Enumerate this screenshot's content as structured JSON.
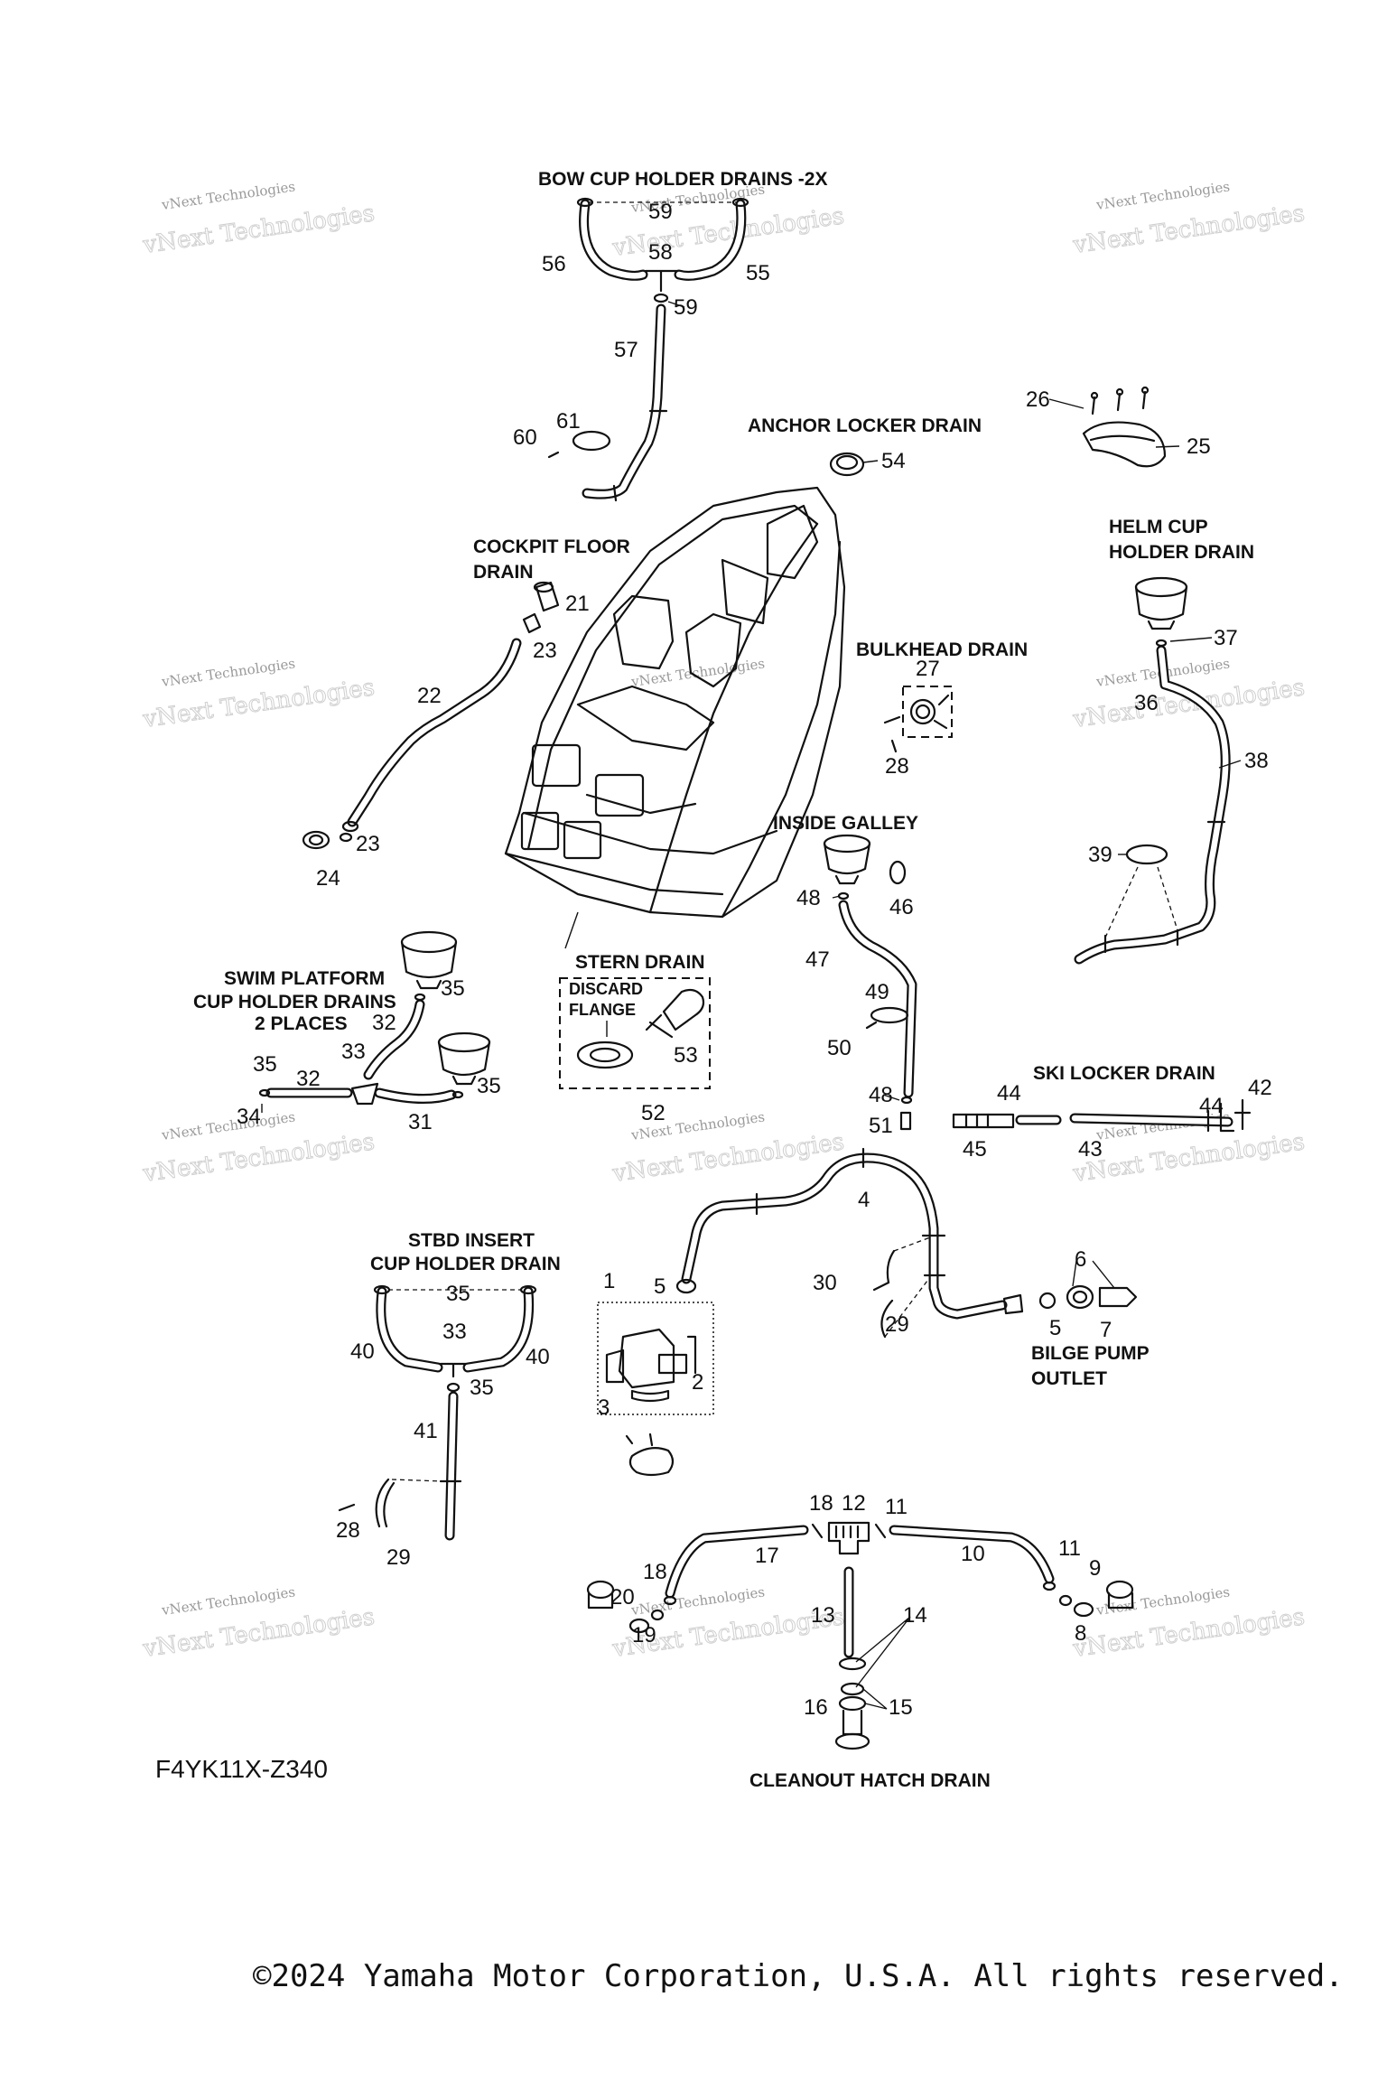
{
  "diagram_code": "F4YK11X-Z340",
  "copyright": "©2024 Yamaha Motor Corporation, U.S.A. All rights reserved.",
  "watermark": {
    "line1": "vNext Technologies",
    "line2": "vNext Technologies"
  },
  "sections": {
    "bow": "BOW CUP HOLDER DRAINS -2X",
    "anchor": "ANCHOR LOCKER DRAIN",
    "cockpit_1": "COCKPIT FLOOR",
    "cockpit_2": "DRAIN",
    "helm_1": "HELM CUP",
    "helm_2": "HOLDER DRAIN",
    "bulkhead": "BULKHEAD DRAIN",
    "galley": "INSIDE GALLEY",
    "swim_1": "SWIM PLATFORM",
    "swim_2": "CUP HOLDER DRAINS",
    "swim_3": "2 PLACES",
    "stern": "STERN DRAIN",
    "discard_1": "DISCARD",
    "discard_2": "FLANGE",
    "ski": "SKI LOCKER DRAIN",
    "stbd_1": "STBD INSERT",
    "stbd_2": "CUP HOLDER DRAIN",
    "bilge_1": "BILGE PUMP",
    "bilge_2": "OUTLET",
    "cleanout": "CLEANOUT HATCH DRAIN"
  },
  "callouts": [
    "59",
    "58",
    "56",
    "55",
    "57",
    "60",
    "61",
    "54",
    "26",
    "25",
    "21",
    "23",
    "22",
    "24",
    "37",
    "36",
    "38",
    "39",
    "27",
    "28",
    "48",
    "46",
    "47",
    "49",
    "50",
    "51",
    "35",
    "32",
    "33",
    "34",
    "31",
    "53",
    "52",
    "42",
    "44",
    "45",
    "43",
    "4",
    "5",
    "1",
    "2",
    "3",
    "6",
    "7",
    "30",
    "29",
    "40",
    "41",
    "18",
    "12",
    "11",
    "17",
    "10",
    "20",
    "19",
    "13",
    "14",
    "9",
    "8",
    "16",
    "15"
  ]
}
